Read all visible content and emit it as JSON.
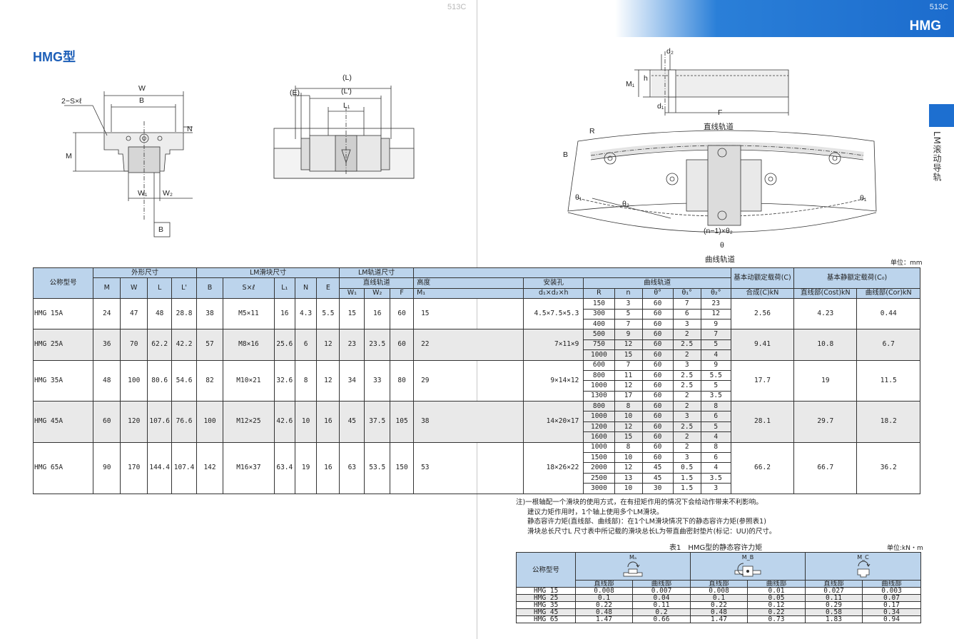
{
  "page": {
    "left_number": "513C",
    "right_number": "513C",
    "banner_title": "HMG",
    "side_label": "LM滚动导轨",
    "model_title": "HMG型"
  },
  "diagram_labels": {
    "front_W": "W",
    "front_B": "B",
    "front_S": "2−S×ℓ",
    "front_N": "N",
    "front_M": "M",
    "front_W1": "W₁",
    "front_W2": "W₂",
    "front_rail_B": "B",
    "side_L": "(L)",
    "side_Lp": "(L')",
    "side_E": "(E)",
    "side_L1": "L₁",
    "rail_d2": "d₂",
    "rail_h": "h",
    "rail_M1": "M₁",
    "rail_d1": "d₁",
    "rail_F": "F",
    "straight_rail": "直线轨道",
    "curve_R": "R",
    "curve_B": "B",
    "curve_theta1_left": "θ₁",
    "curve_theta2": "θ₂",
    "curve_theta1_right": "θ₁",
    "curve_n1_theta2": "(n−1)×θ₂",
    "curve_theta": "θ",
    "curved_rail": "曲线轨道"
  },
  "main_table": {
    "unit": "单位：mm",
    "headers": {
      "model": "公称型号",
      "outer": "外形尺寸",
      "block": "LM滑块尺寸",
      "rail": "LM轨道尺寸",
      "straight": "直线轨道",
      "height": "高度",
      "mount": "安装孔",
      "curved": "曲线轨道",
      "dyn": "基本动额定载荷(C)",
      "stat": "基本静额定载荷(C₀)",
      "M": "M",
      "W": "W",
      "L": "L",
      "Lp": "L'",
      "B": "B",
      "SxL": "S×ℓ",
      "L1": "L₁",
      "N": "N",
      "E": "E",
      "W1": "W₁",
      "W2": "W₂",
      "F": "F",
      "M1": "M₁",
      "mount_sub": "d₁×d₂×h",
      "R": "R",
      "n": "n",
      "theta": "θ°",
      "theta1": "θ₁°",
      "theta2": "θ₂°",
      "dyn_sub": "合成(C)kN",
      "stat_straight": "直线部(Cost)kN",
      "stat_curve": "曲线部(Cor)kN"
    },
    "rows": [
      {
        "model": "HMG 15A",
        "M": "24",
        "W": "47",
        "L": "48",
        "Lp": "28.8",
        "B": "38",
        "SxL": "M5×11",
        "L1": "16",
        "N": "4.3",
        "E": "5.5",
        "W1": "15",
        "W2": "16",
        "F": "60",
        "M1": "15",
        "mount": "4.5×7.5×5.3",
        "curves": [
          [
            "150",
            "3",
            "60",
            "7",
            "23"
          ],
          [
            "300",
            "5",
            "60",
            "6",
            "12"
          ],
          [
            "400",
            "7",
            "60",
            "3",
            "9"
          ]
        ],
        "C": "2.56",
        "Cost": "4.23",
        "Cor": "0.44"
      },
      {
        "model": "HMG 25A",
        "M": "36",
        "W": "70",
        "L": "62.2",
        "Lp": "42.2",
        "B": "57",
        "SxL": "M8×16",
        "L1": "25.6",
        "N": "6",
        "E": "12",
        "W1": "23",
        "W2": "23.5",
        "F": "60",
        "M1": "22",
        "mount": "7×11×9",
        "curves": [
          [
            "500",
            "9",
            "60",
            "2",
            "7"
          ],
          [
            "750",
            "12",
            "60",
            "2.5",
            "5"
          ],
          [
            "1000",
            "15",
            "60",
            "2",
            "4"
          ]
        ],
        "C": "9.41",
        "Cost": "10.8",
        "Cor": "6.7"
      },
      {
        "model": "HMG 35A",
        "M": "48",
        "W": "100",
        "L": "80.6",
        "Lp": "54.6",
        "B": "82",
        "SxL": "M10×21",
        "L1": "32.6",
        "N": "8",
        "E": "12",
        "W1": "34",
        "W2": "33",
        "F": "80",
        "M1": "29",
        "mount": "9×14×12",
        "curves": [
          [
            "600",
            "7",
            "60",
            "3",
            "9"
          ],
          [
            "800",
            "11",
            "60",
            "2.5",
            "5.5"
          ],
          [
            "1000",
            "12",
            "60",
            "2.5",
            "5"
          ],
          [
            "1300",
            "17",
            "60",
            "2",
            "3.5"
          ]
        ],
        "C": "17.7",
        "Cost": "19",
        "Cor": "11.5"
      },
      {
        "model": "HMG 45A",
        "M": "60",
        "W": "120",
        "L": "107.6",
        "Lp": "76.6",
        "B": "100",
        "SxL": "M12×25",
        "L1": "42.6",
        "N": "10",
        "E": "16",
        "W1": "45",
        "W2": "37.5",
        "F": "105",
        "M1": "38",
        "mount": "14×20×17",
        "curves": [
          [
            "800",
            "8",
            "60",
            "2",
            "8"
          ],
          [
            "1000",
            "10",
            "60",
            "3",
            "6"
          ],
          [
            "1200",
            "12",
            "60",
            "2.5",
            "5"
          ],
          [
            "1600",
            "15",
            "60",
            "2",
            "4"
          ]
        ],
        "C": "28.1",
        "Cost": "29.7",
        "Cor": "18.2"
      },
      {
        "model": "HMG 65A",
        "M": "90",
        "W": "170",
        "L": "144.4",
        "Lp": "107.4",
        "B": "142",
        "SxL": "M16×37",
        "L1": "63.4",
        "N": "19",
        "E": "16",
        "W1": "63",
        "W2": "53.5",
        "F": "150",
        "M1": "53",
        "mount": "18×26×22",
        "curves": [
          [
            "1000",
            "8",
            "60",
            "2",
            "8"
          ],
          [
            "1500",
            "10",
            "60",
            "3",
            "6"
          ],
          [
            "2000",
            "12",
            "45",
            "0.5",
            "4"
          ],
          [
            "2500",
            "13",
            "45",
            "1.5",
            "3.5"
          ],
          [
            "3000",
            "10",
            "30",
            "1.5",
            "3"
          ]
        ],
        "C": "66.2",
        "Cost": "66.7",
        "Cor": "36.2"
      }
    ]
  },
  "notes": [
    "注)一根轴配一个滑块的使用方式，在有扭矩作用的情况下会给动作带来不利影响。",
    "建议力矩作用时，1个轴上使用多个LM滑块。",
    "静态容许力矩(直线部、曲线部)：在1个LM滑块情况下的静态容许力矩(参照表1)",
    "滑块总长尺寸L 尺寸表中所记载的滑块总长L为带直曲密封垫片(标记：UU)的尺寸。"
  ],
  "moment_table": {
    "caption": "表1　HMG型的静态容许力矩",
    "unit": "单位:kN・m",
    "model_header": "公称型号",
    "groups": [
      "Mₐ",
      "M_B",
      "M_C"
    ],
    "sub": [
      "直线部",
      "曲线部",
      "直线部",
      "曲线部",
      "直线部",
      "曲线部"
    ],
    "rows": [
      {
        "model": "HMG 15",
        "v": [
          "0.008",
          "0.007",
          "0.008",
          "0.01",
          "0.027",
          "0.003"
        ]
      },
      {
        "model": "HMG 25",
        "v": [
          "0.1",
          "0.04",
          "0.1",
          "0.05",
          "0.11",
          "0.07"
        ]
      },
      {
        "model": "HMG 35",
        "v": [
          "0.22",
          "0.11",
          "0.22",
          "0.12",
          "0.29",
          "0.17"
        ]
      },
      {
        "model": "HMG 45",
        "v": [
          "0.48",
          "0.2",
          "0.48",
          "0.22",
          "0.58",
          "0.34"
        ]
      },
      {
        "model": "HMG 65",
        "v": [
          "1.47",
          "0.66",
          "1.47",
          "0.73",
          "1.83",
          "0.94"
        ]
      }
    ]
  }
}
